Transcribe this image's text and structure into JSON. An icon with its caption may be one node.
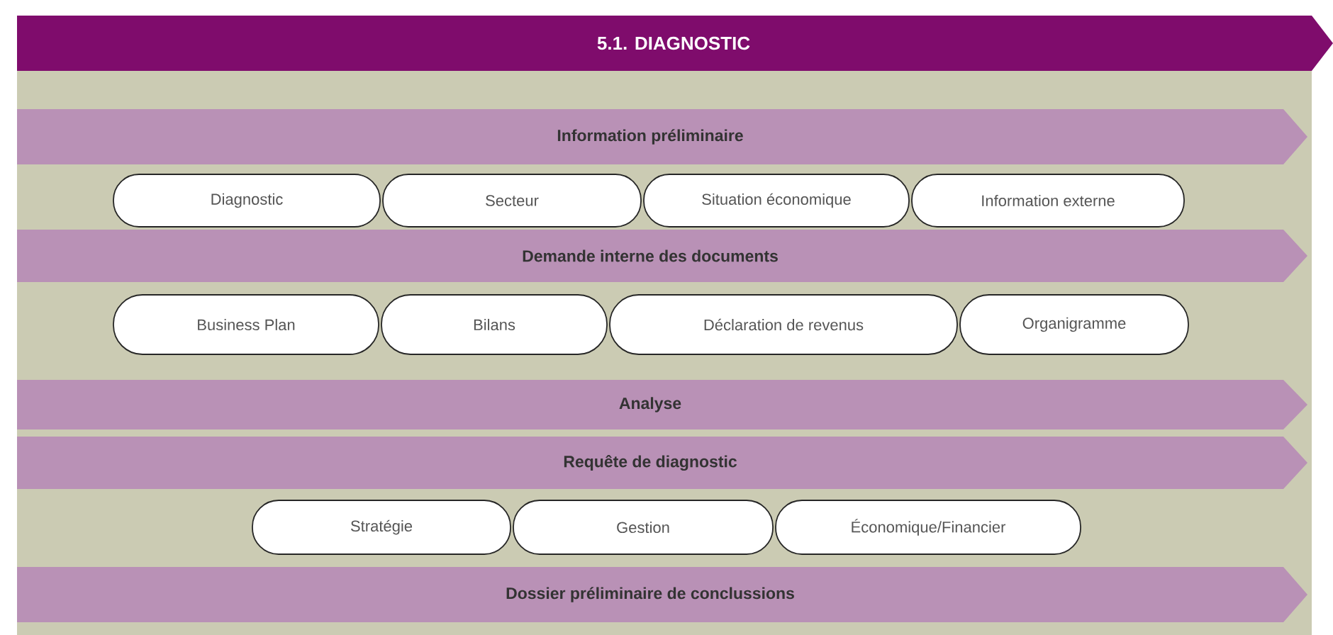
{
  "diagram": {
    "title": "5.1. DIAGNOSTIC",
    "nodes": [
      {
        "text": [
          "Information préliminaire"
        ]
      },
      {
        "text": [
          "Diagnostic"
        ]
      },
      {
        "text": [
          "Secteur"
        ]
      },
      {
        "text": [
          "Situation économique"
        ]
      },
      {
        "text": [
          "Information externe"
        ]
      },
      {
        "text": [
          "Demande interne des documents"
        ]
      },
      {
        "text": [
          "Business Plan"
        ]
      },
      {
        "text": [
          "Bilans"
        ]
      },
      {
        "text": [
          "Déclaration de revenus"
        ]
      },
      {
        "text": [
          "Organigramme"
        ]
      },
      {
        "text": [
          "Analyse"
        ]
      },
      {
        "text": [
          "Requête de diagnostic"
        ]
      },
      {
        "text": [
          "Stratégie"
        ]
      },
      {
        "text": [
          "Gestion"
        ]
      },
      {
        "text": [
          "Économique/Financier"
        ]
      },
      {
        "text": [
          "Dossier préliminaire de conclussions"
        ]
      }
    ]
  }
}
